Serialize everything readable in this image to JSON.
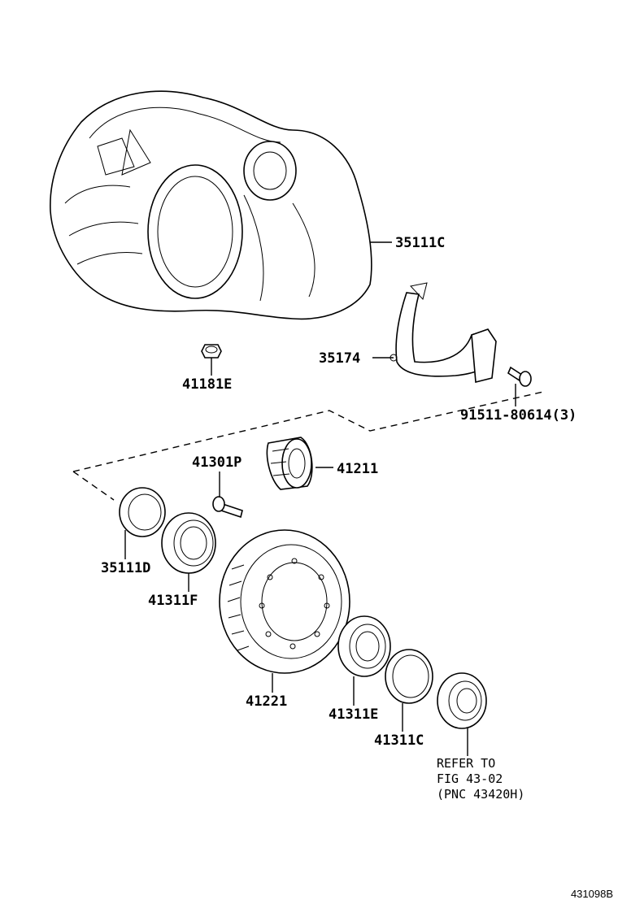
{
  "labels": {
    "housing": "35111C",
    "cover": "35174",
    "bolt_cover": "91511-80614(3)",
    "plug": "41181E",
    "bolt_small": "41301P",
    "pinion_gear": "41211",
    "oil_seal": "35111D",
    "bearing_left": "41311F",
    "ring_gear": "41221",
    "bearing_right": "41311E",
    "race": "41311C"
  },
  "refer_note": {
    "line1": "REFER TO",
    "line2": "FIG 43-02",
    "line3": "(PNC 43420H)"
  },
  "figure_id": "431098B"
}
